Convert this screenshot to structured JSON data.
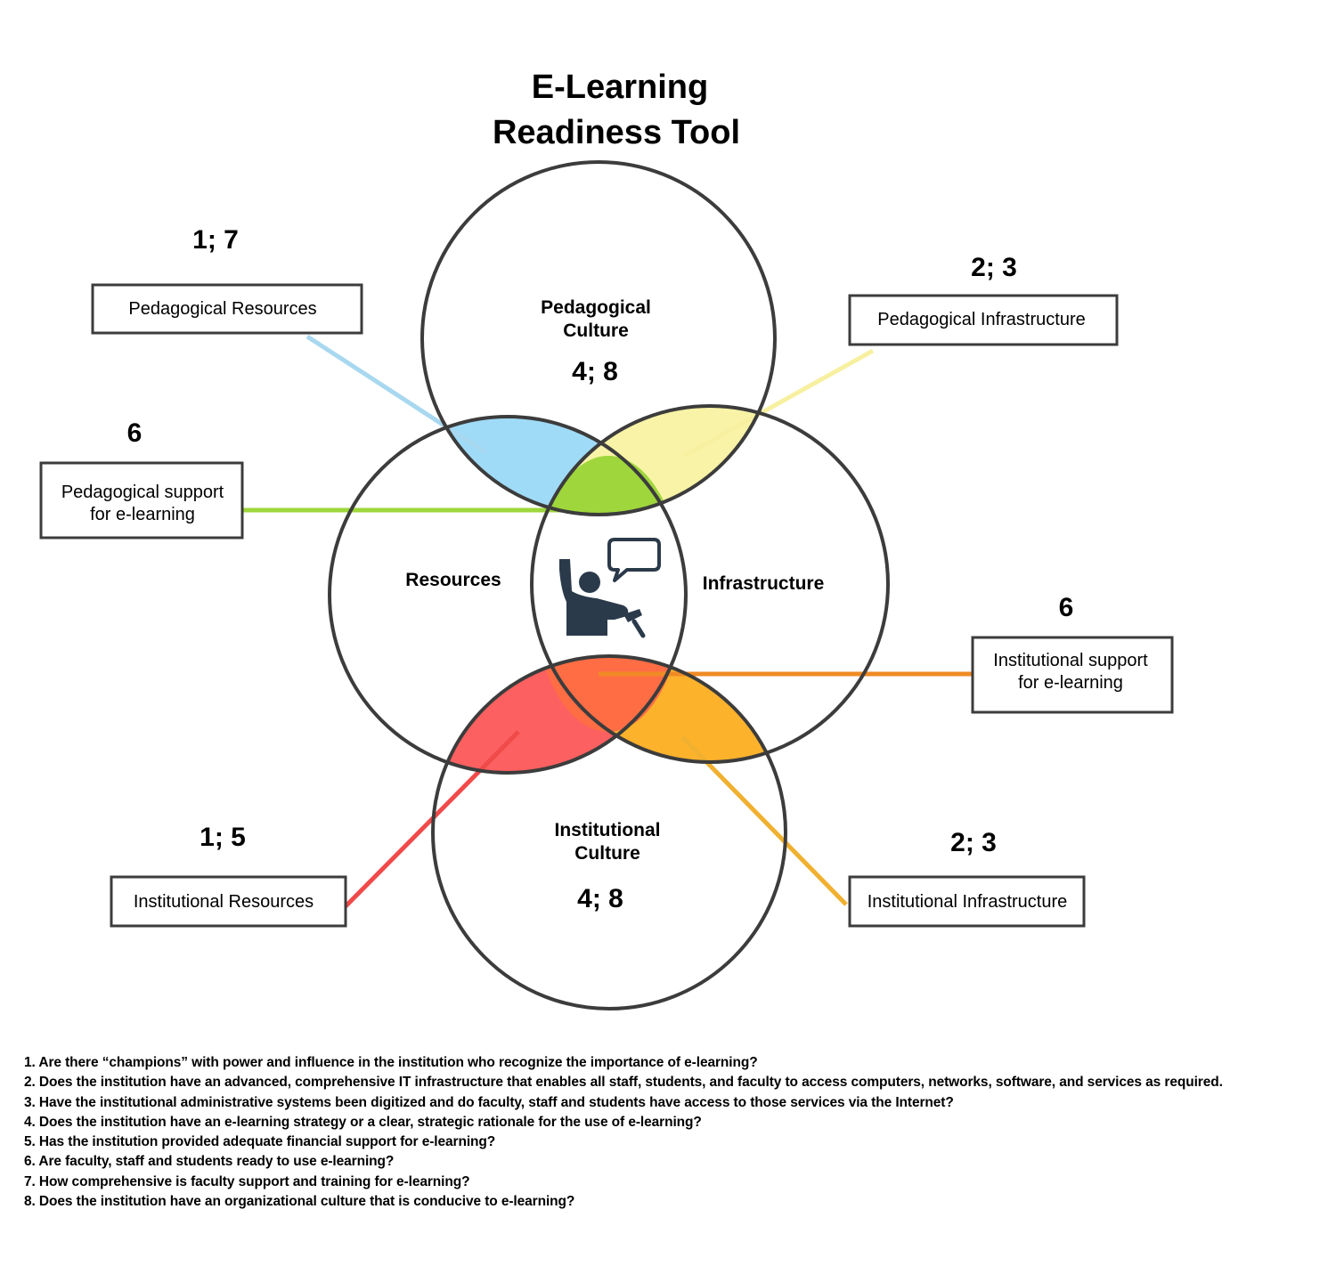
{
  "title": {
    "line1": "E-Learning",
    "line2": "Readiness Tool"
  },
  "circles": {
    "top": {
      "label_line1": "Pedagogical",
      "label_line2": "Culture",
      "number": "4; 8"
    },
    "left": {
      "label": "Resources"
    },
    "right": {
      "label": "Infrastructure"
    },
    "bottom": {
      "label_line1": "Institutional",
      "label_line2": "Culture",
      "number": "4; 8"
    }
  },
  "callouts": {
    "pedagogical_resources": {
      "label": "Pedagogical Resources",
      "number": "1; 7",
      "color": "#a8d8f0"
    },
    "pedagogical_infrastructure": {
      "label": "Pedagogical Infrastructure",
      "number": "2; 3",
      "color": "#f7f0a0"
    },
    "pedagogical_support": {
      "label_line1": "Pedagogical support",
      "label_line2": "for e-learning",
      "number": "6",
      "color": "#9ed63c"
    },
    "institutional_support": {
      "label_line1": "Institutional support",
      "label_line2": "for e-learning",
      "number": "6",
      "color": "#f08a24"
    },
    "institutional_resources": {
      "label": "Institutional Resources",
      "number": "1; 5",
      "color": "#f04a4a"
    },
    "institutional_infrastructure": {
      "label": "Institutional Infrastructure",
      "number": "2; 3",
      "color": "#f0b030"
    }
  },
  "region_colors": {
    "blue": "#9fdbf7",
    "yellow": "#f8f3a6",
    "green": "#9ed63c",
    "red": "#fc6060",
    "orange": "#ff6d45",
    "amber": "#fdb22c",
    "outline": "#3c3c3c",
    "icon": "#2b3a4a"
  },
  "center_icon": "teacher-with-speech-bubble-icon",
  "questions": [
    "1. Are there “champions” with power and influence in the institution who recognize the importance of e-learning?",
    "2. Does the institution have an advanced, comprehensive IT infrastructure that enables all staff, students, and faculty to access computers, networks, software, and services as required.",
    "3. Have the institutional administrative systems been digitized and do faculty, staff and students have access to those services via the Internet?",
    "4. Does the institution have an e-learning strategy or a clear, strategic rationale for the use of e-learning?",
    "5. Has the institution provided adequate financial support for e-learning?",
    "6. Are faculty, staff and students ready to use e-learning?",
    "7. How comprehensive is faculty support and training for e-learning?",
    "8. Does the institution have an organizational culture that is conducive to e-learning?"
  ]
}
